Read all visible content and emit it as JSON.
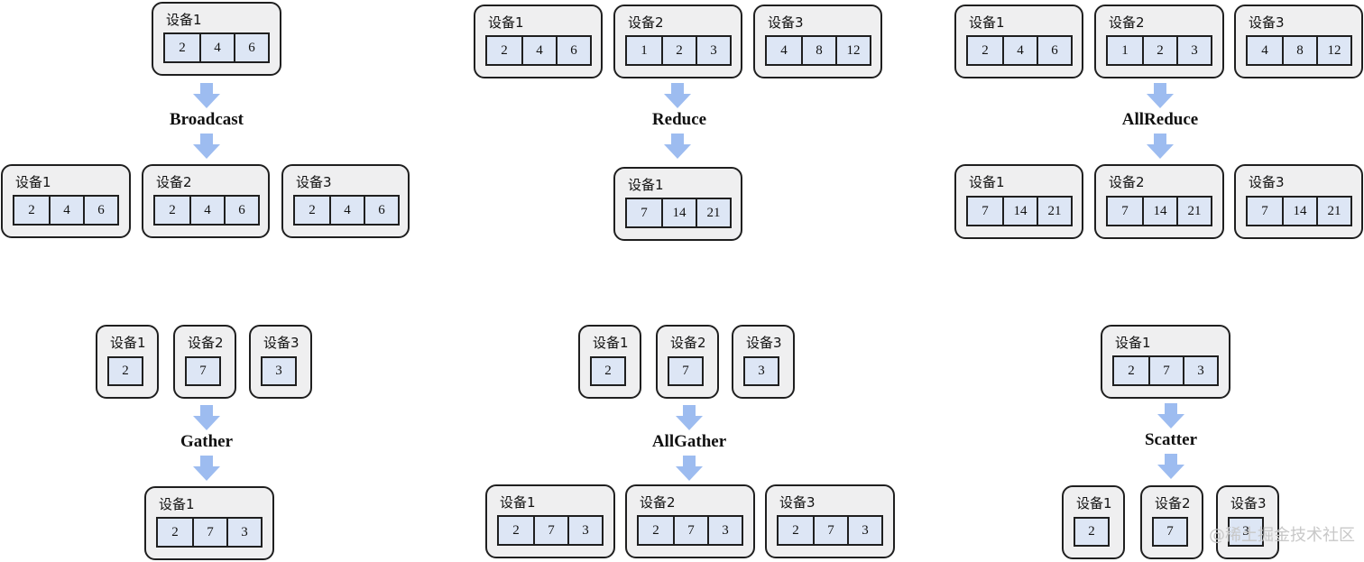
{
  "ops": {
    "broadcast": "Broadcast",
    "reduce": "Reduce",
    "allreduce": "AllReduce",
    "gather": "Gather",
    "allgather": "AllGather",
    "scatter": "Scatter"
  },
  "devices": [
    {
      "label": "设备1",
      "values": [
        "2",
        "4",
        "6"
      ]
    },
    {
      "label": "设备1",
      "values": [
        "2",
        "4",
        "6"
      ]
    },
    {
      "label": "设备2",
      "values": [
        "2",
        "4",
        "6"
      ]
    },
    {
      "label": "设备3",
      "values": [
        "2",
        "4",
        "6"
      ]
    },
    {
      "label": "设备1",
      "values": [
        "2",
        "4",
        "6"
      ]
    },
    {
      "label": "设备2",
      "values": [
        "1",
        "2",
        "3"
      ]
    },
    {
      "label": "设备3",
      "values": [
        "4",
        "8",
        "12"
      ]
    },
    {
      "label": "设备1",
      "values": [
        "7",
        "14",
        "21"
      ]
    },
    {
      "label": "设备1",
      "values": [
        "2",
        "4",
        "6"
      ]
    },
    {
      "label": "设备2",
      "values": [
        "1",
        "2",
        "3"
      ]
    },
    {
      "label": "设备3",
      "values": [
        "4",
        "8",
        "12"
      ]
    },
    {
      "label": "设备1",
      "values": [
        "7",
        "14",
        "21"
      ]
    },
    {
      "label": "设备2",
      "values": [
        "7",
        "14",
        "21"
      ]
    },
    {
      "label": "设备3",
      "values": [
        "7",
        "14",
        "21"
      ]
    },
    {
      "label": "设备1",
      "values": [
        "2"
      ]
    },
    {
      "label": "设备2",
      "values": [
        "7"
      ]
    },
    {
      "label": "设备3",
      "values": [
        "3"
      ]
    },
    {
      "label": "设备1",
      "values": [
        "2",
        "7",
        "3"
      ]
    },
    {
      "label": "设备1",
      "values": [
        "2"
      ]
    },
    {
      "label": "设备2",
      "values": [
        "7"
      ]
    },
    {
      "label": "设备3",
      "values": [
        "3"
      ]
    },
    {
      "label": "设备1",
      "values": [
        "2",
        "7",
        "3"
      ]
    },
    {
      "label": "设备2",
      "values": [
        "2",
        "7",
        "3"
      ]
    },
    {
      "label": "设备3",
      "values": [
        "2",
        "7",
        "3"
      ]
    },
    {
      "label": "设备1",
      "values": [
        "2",
        "7",
        "3"
      ]
    },
    {
      "label": "设备1",
      "values": [
        "2"
      ]
    },
    {
      "label": "设备2",
      "values": [
        "7"
      ]
    },
    {
      "label": "设备3",
      "values": [
        "3"
      ]
    }
  ],
  "colors": {
    "arrow": "#9dbcf0",
    "cell_fill": "#dde6f5",
    "device_fill": "#efeff0"
  },
  "watermark": "@稀土掘金技术社区"
}
